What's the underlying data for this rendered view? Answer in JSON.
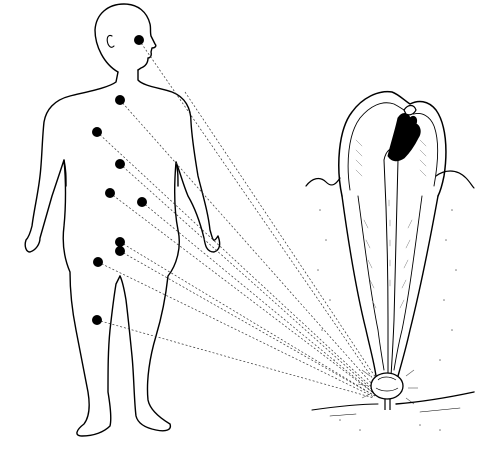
{
  "diagram": {
    "colors": {
      "background": "#ffffff",
      "ink": "#000000",
      "line": "#333333",
      "hatch": "#777777"
    },
    "figures": [
      {
        "id": "human-body",
        "icon": "human-silhouette"
      },
      {
        "id": "tooth",
        "icon": "tooth-cross-section",
        "features": [
          "enamel",
          "dentin",
          "pulp-chamber",
          "root-canal",
          "carious-lesion",
          "gum",
          "periapical-lesion",
          "bone"
        ]
      }
    ],
    "marked_sites": [
      "eye",
      "neck",
      "chest-upper",
      "chest-middle",
      "chest-right",
      "abdomen-upper",
      "abdomen-middle",
      "abdomen-lower",
      "thigh",
      "knee"
    ]
  }
}
